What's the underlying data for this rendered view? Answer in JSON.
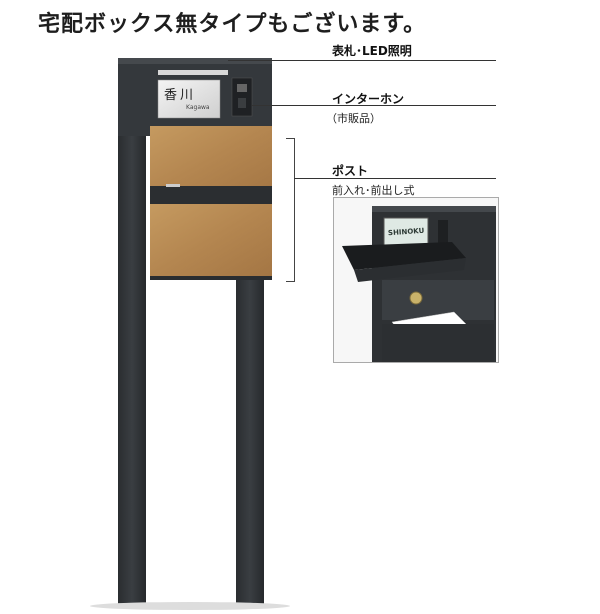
{
  "headline": "宅配ボックス無タイプもございます。",
  "nameplate": {
    "kanji": "香川",
    "romaji": "Kagawa"
  },
  "callouts": {
    "nameplate_light": {
      "title": "表札･LED照明"
    },
    "intercom": {
      "title": "インターホン",
      "note": "（市販品）"
    },
    "post": {
      "title": "ポスト",
      "note": "前入れ･前出し式"
    }
  },
  "inset_photo": {
    "plate_text": "SHINOKU"
  },
  "colors": {
    "frame": "#33373b",
    "door_wood": "#b88c54",
    "accent_dark": "#1c1e20"
  }
}
